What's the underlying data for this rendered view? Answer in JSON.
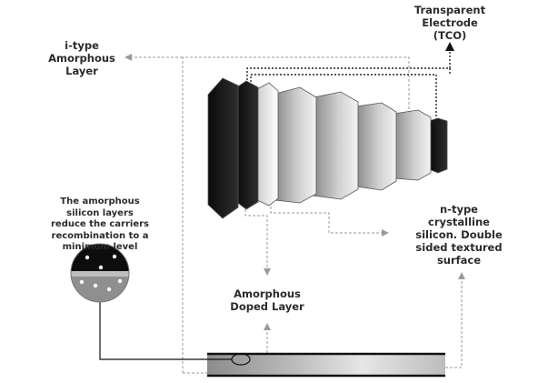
{
  "labels": {
    "tco": "Transparent\nElectrode\n(TCO)",
    "i_type": "i-type\nAmorphous\nLayer",
    "note": "The amorphous\nsilicon layers\nreduce the carriers\nrecombination to a\nminimum level",
    "n_type": "n-type\ncrystalline\nsilicon. Double\nsided textured\nsurface",
    "doped": "Amorphous\nDoped Layer"
  },
  "colors": {
    "connector": "#9a9a9a",
    "text": "#2b2b2b",
    "dark_layer": "#151515"
  },
  "layers": [
    {
      "name": "front-dark-layer",
      "shade": "dark"
    },
    {
      "name": "second-dark-layer",
      "shade": "dark"
    },
    {
      "name": "light-grey-layer",
      "shade": "light"
    },
    {
      "name": "grey-layer-1",
      "shade": "mid"
    },
    {
      "name": "grey-layer-2",
      "shade": "mid"
    },
    {
      "name": "grey-layer-3",
      "shade": "mid"
    },
    {
      "name": "grey-layer-4",
      "shade": "mid"
    },
    {
      "name": "back-dark-layer",
      "shade": "dark"
    }
  ]
}
